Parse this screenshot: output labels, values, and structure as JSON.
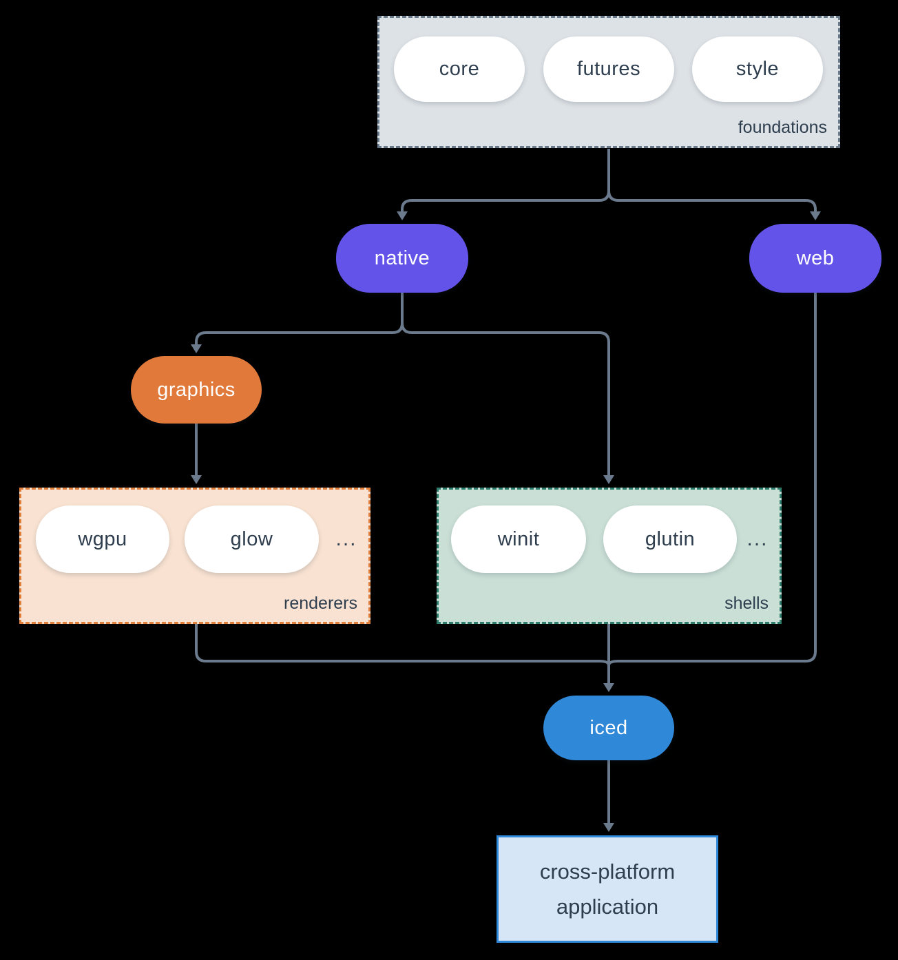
{
  "nodes": {
    "foundations": {
      "label": "foundations",
      "pills": [
        "core",
        "futures",
        "style"
      ]
    },
    "native": {
      "label": "native"
    },
    "web": {
      "label": "web"
    },
    "graphics": {
      "label": "graphics"
    },
    "renderers": {
      "label": "renderers",
      "pills": [
        "wgpu",
        "glow"
      ],
      "ellipsis": "..."
    },
    "shells": {
      "label": "shells",
      "pills": [
        "winit",
        "glutin"
      ],
      "ellipsis": "..."
    },
    "iced": {
      "label": "iced"
    },
    "application": {
      "label": "cross-platform application"
    }
  },
  "edges": [
    {
      "from": "foundations",
      "to": "native"
    },
    {
      "from": "foundations",
      "to": "web"
    },
    {
      "from": "native",
      "to": "graphics"
    },
    {
      "from": "native",
      "to": "shells"
    },
    {
      "from": "graphics",
      "to": "renderers"
    },
    {
      "from": "renderers",
      "to": "iced"
    },
    {
      "from": "shells",
      "to": "iced"
    },
    {
      "from": "web",
      "to": "iced"
    },
    {
      "from": "iced",
      "to": "application"
    }
  ],
  "colors": {
    "background": "#000000",
    "connector": "#6b7a8c",
    "foundations_bg": "#dde2e6",
    "foundations_border": "#67798b",
    "renderers_bg": "#f9e2d1",
    "renderers_border": "#df7f3b",
    "shells_bg": "#cadfd6",
    "shells_border": "#2e7c6c",
    "purple": "#6353e8",
    "orange": "#e0793a",
    "blue": "#2f88d8",
    "app_bg": "#d6e6f7",
    "pill_bg": "#ffffff",
    "dark_text": "#2e3e4e"
  }
}
